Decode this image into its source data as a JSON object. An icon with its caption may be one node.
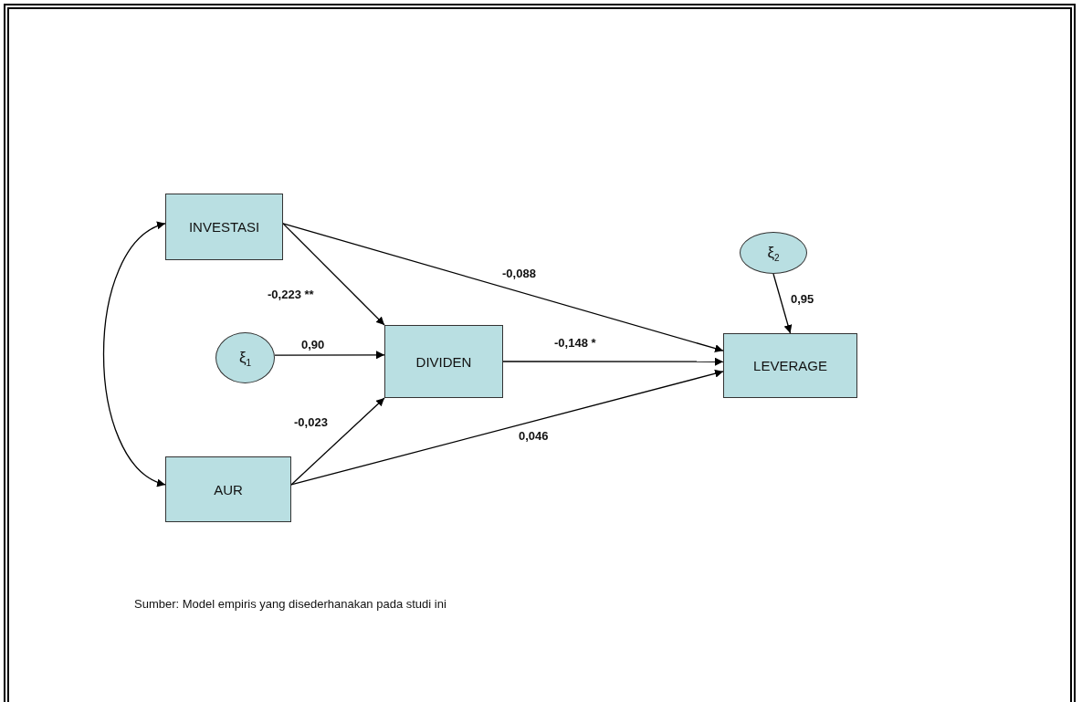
{
  "diagram": {
    "caption": "Sumber: Model empiris yang disederhanakan pada studi ini",
    "nodes": [
      {
        "text": [
          "INVESTASI"
        ]
      },
      {
        "text": [
          "ξ$_{2}$"
        ]
      },
      {
        "text": [
          "ξ$_{1}$"
        ]
      },
      {
        "text": [
          "DIVIDEN"
        ]
      },
      {
        "text": [
          "LEVERAGE"
        ]
      },
      {
        "text": [
          "AUR"
        ]
      }
    ],
    "edges": [
      {
        "from": 0,
        "to": 3,
        "arrow": "to",
        "label": "-0,223 **"
      },
      {
        "from": 0,
        "to": 4,
        "arrow": "to",
        "label": "-0,088"
      },
      {
        "from": 1,
        "to": 4,
        "arrow": "to",
        "label": "0,95"
      },
      {
        "from": 2,
        "to": 3,
        "arrow": "to",
        "label": "0,90"
      },
      {
        "from": 3,
        "to": 4,
        "arrow": "to",
        "label": "-0,148 *"
      },
      {
        "from": 5,
        "to": 3,
        "arrow": "to",
        "label": "-0,023"
      },
      {
        "from": 5,
        "to": 4,
        "arrow": "to",
        "label": "0,046"
      },
      {
        "from": 0,
        "to": 5,
        "arrow": "both"
      }
    ]
  }
}
